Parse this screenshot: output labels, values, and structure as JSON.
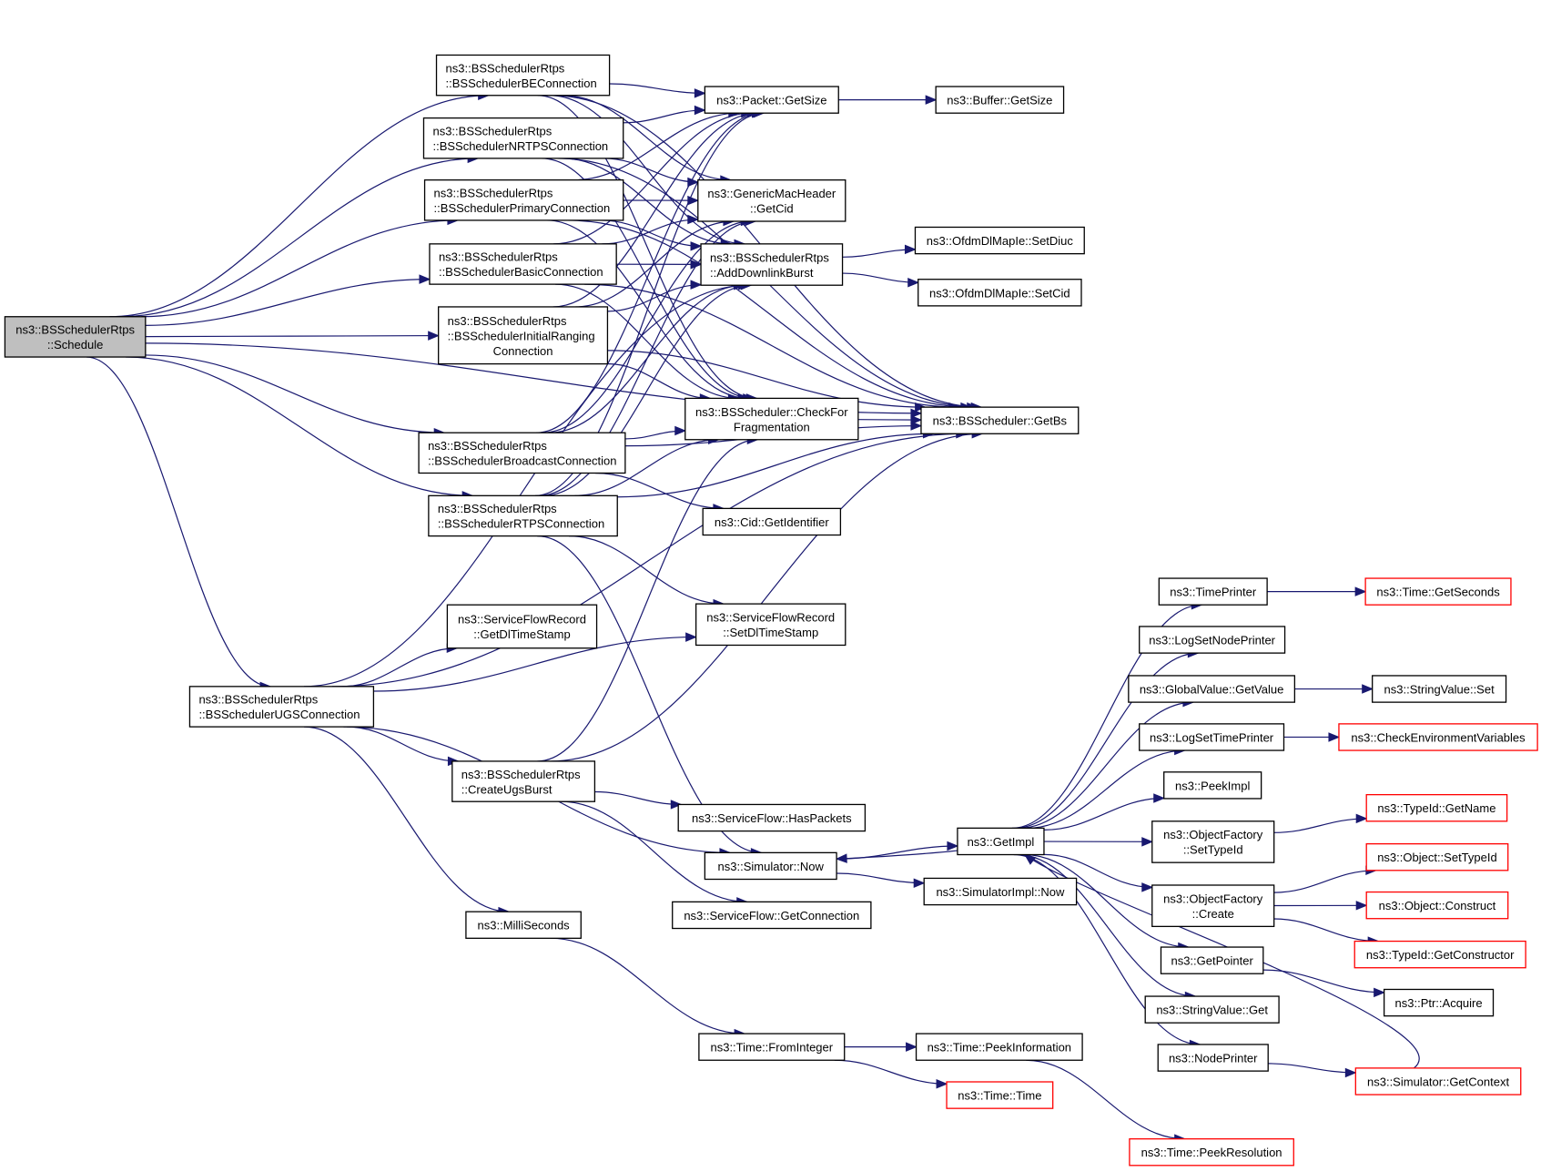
{
  "title": "ns3::BSSchedulerRtps::Schedule call graph",
  "colors": {
    "edge": "#191970",
    "root_fill": "#bfbfbf",
    "external_border": "#ff0000",
    "node_border": "#000000"
  },
  "nodes": [
    {
      "id": "schedule",
      "lines": [
        "ns3::BSSchedulerRtps",
        "::Schedule"
      ],
      "kind": "root"
    },
    {
      "id": "be",
      "lines": [
        "ns3::BSSchedulerRtps",
        "::BSSchedulerBEConnection"
      ],
      "kind": "normal"
    },
    {
      "id": "nrtps",
      "lines": [
        "ns3::BSSchedulerRtps",
        "::BSSchedulerNRTPSConnection"
      ],
      "kind": "normal"
    },
    {
      "id": "primary",
      "lines": [
        "ns3::BSSchedulerRtps",
        "::BSSchedulerPrimaryConnection"
      ],
      "kind": "normal"
    },
    {
      "id": "basic",
      "lines": [
        "ns3::BSSchedulerRtps",
        "::BSSchedulerBasicConnection"
      ],
      "kind": "normal"
    },
    {
      "id": "initrang",
      "lines": [
        "ns3::BSSchedulerRtps",
        "::BSSchedulerInitialRanging",
        "Connection"
      ],
      "kind": "normal"
    },
    {
      "id": "broadcast",
      "lines": [
        "ns3::BSSchedulerRtps",
        "::BSSchedulerBroadcastConnection"
      ],
      "kind": "normal"
    },
    {
      "id": "rtps",
      "lines": [
        "ns3::BSSchedulerRtps",
        "::BSSchedulerRTPSConnection"
      ],
      "kind": "normal"
    },
    {
      "id": "ugs",
      "lines": [
        "ns3::BSSchedulerRtps",
        "::BSSchedulerUGSConnection"
      ],
      "kind": "normal"
    },
    {
      "id": "getsize",
      "lines": [
        "ns3::Packet::GetSize"
      ],
      "kind": "normal"
    },
    {
      "id": "buffersize",
      "lines": [
        "ns3::Buffer::GetSize"
      ],
      "kind": "normal"
    },
    {
      "id": "getcid",
      "lines": [
        "ns3::GenericMacHeader",
        "::GetCid"
      ],
      "kind": "normal"
    },
    {
      "id": "adddl",
      "lines": [
        "ns3::BSSchedulerRtps",
        "::AddDownlinkBurst"
      ],
      "kind": "normal"
    },
    {
      "id": "setdiuc",
      "lines": [
        "ns3::OfdmDlMapIe::SetDiuc"
      ],
      "kind": "normal"
    },
    {
      "id": "setcid",
      "lines": [
        "ns3::OfdmDlMapIe::SetCid"
      ],
      "kind": "normal"
    },
    {
      "id": "checkfrag",
      "lines": [
        "ns3::BSScheduler::CheckFor",
        "Fragmentation"
      ],
      "kind": "normal"
    },
    {
      "id": "getbs",
      "lines": [
        "ns3::BSScheduler::GetBs"
      ],
      "kind": "normal"
    },
    {
      "id": "cidident",
      "lines": [
        "ns3::Cid::GetIdentifier"
      ],
      "kind": "normal"
    },
    {
      "id": "getdlts",
      "lines": [
        "ns3::ServiceFlowRecord",
        "::GetDlTimeStamp"
      ],
      "kind": "normal"
    },
    {
      "id": "setdlts",
      "lines": [
        "ns3::ServiceFlowRecord",
        "::SetDlTimeStamp"
      ],
      "kind": "normal"
    },
    {
      "id": "createugs",
      "lines": [
        "ns3::BSSchedulerRtps",
        "::CreateUgsBurst"
      ],
      "kind": "normal"
    },
    {
      "id": "haspackets",
      "lines": [
        "ns3::ServiceFlow::HasPackets"
      ],
      "kind": "normal"
    },
    {
      "id": "simnow",
      "lines": [
        "ns3::Simulator::Now"
      ],
      "kind": "normal"
    },
    {
      "id": "getconn",
      "lines": [
        "ns3::ServiceFlow::GetConnection"
      ],
      "kind": "normal"
    },
    {
      "id": "millis",
      "lines": [
        "ns3::MilliSeconds"
      ],
      "kind": "normal"
    },
    {
      "id": "simimplnow",
      "lines": [
        "ns3::SimulatorImpl::Now"
      ],
      "kind": "normal"
    },
    {
      "id": "getimpl",
      "lines": [
        "ns3::GetImpl"
      ],
      "kind": "normal"
    },
    {
      "id": "fromint",
      "lines": [
        "ns3::Time::FromInteger"
      ],
      "kind": "normal"
    },
    {
      "id": "peekinfo",
      "lines": [
        "ns3::Time::PeekInformation"
      ],
      "kind": "normal"
    },
    {
      "id": "timetime",
      "lines": [
        "ns3::Time::Time"
      ],
      "kind": "external"
    },
    {
      "id": "peekres",
      "lines": [
        "ns3::Time::PeekResolution"
      ],
      "kind": "external"
    },
    {
      "id": "timeprinter",
      "lines": [
        "ns3::TimePrinter"
      ],
      "kind": "normal"
    },
    {
      "id": "getseconds",
      "lines": [
        "ns3::Time::GetSeconds"
      ],
      "kind": "external"
    },
    {
      "id": "logsetnode",
      "lines": [
        "ns3::LogSetNodePrinter"
      ],
      "kind": "normal"
    },
    {
      "id": "globalget",
      "lines": [
        "ns3::GlobalValue::GetValue"
      ],
      "kind": "normal"
    },
    {
      "id": "strset",
      "lines": [
        "ns3::StringValue::Set"
      ],
      "kind": "normal"
    },
    {
      "id": "logsettime",
      "lines": [
        "ns3::LogSetTimePrinter"
      ],
      "kind": "normal"
    },
    {
      "id": "checkenv",
      "lines": [
        "ns3::CheckEnvironmentVariables"
      ],
      "kind": "external"
    },
    {
      "id": "peekimpl",
      "lines": [
        "ns3::PeekImpl"
      ],
      "kind": "normal"
    },
    {
      "id": "ofsettype",
      "lines": [
        "ns3::ObjectFactory",
        "::SetTypeId"
      ],
      "kind": "normal"
    },
    {
      "id": "typegetname",
      "lines": [
        "ns3::TypeId::GetName"
      ],
      "kind": "external"
    },
    {
      "id": "ofcreate",
      "lines": [
        "ns3::ObjectFactory",
        "::Create"
      ],
      "kind": "normal"
    },
    {
      "id": "objsettype",
      "lines": [
        "ns3::Object::SetTypeId"
      ],
      "kind": "external"
    },
    {
      "id": "objconstruct",
      "lines": [
        "ns3::Object::Construct"
      ],
      "kind": "external"
    },
    {
      "id": "typegetctor",
      "lines": [
        "ns3::TypeId::GetConstructor"
      ],
      "kind": "external"
    },
    {
      "id": "getpointer",
      "lines": [
        "ns3::GetPointer"
      ],
      "kind": "normal"
    },
    {
      "id": "ptracquire",
      "lines": [
        "ns3::Ptr::Acquire"
      ],
      "kind": "normal"
    },
    {
      "id": "strget",
      "lines": [
        "ns3::StringValue::Get"
      ],
      "kind": "normal"
    },
    {
      "id": "nodeprinter",
      "lines": [
        "ns3::NodePrinter"
      ],
      "kind": "normal"
    },
    {
      "id": "getcontext",
      "lines": [
        "ns3::Simulator::GetContext"
      ],
      "kind": "external"
    }
  ],
  "edges": [
    [
      "schedule",
      "be"
    ],
    [
      "schedule",
      "nrtps"
    ],
    [
      "schedule",
      "primary"
    ],
    [
      "schedule",
      "basic"
    ],
    [
      "schedule",
      "initrang"
    ],
    [
      "schedule",
      "broadcast"
    ],
    [
      "schedule",
      "rtps"
    ],
    [
      "schedule",
      "ugs"
    ],
    [
      "schedule",
      "getbs"
    ],
    [
      "be",
      "getsize"
    ],
    [
      "be",
      "getcid"
    ],
    [
      "be",
      "adddl"
    ],
    [
      "be",
      "checkfrag"
    ],
    [
      "be",
      "getbs"
    ],
    [
      "nrtps",
      "getsize"
    ],
    [
      "nrtps",
      "getcid"
    ],
    [
      "nrtps",
      "adddl"
    ],
    [
      "nrtps",
      "checkfrag"
    ],
    [
      "nrtps",
      "getbs"
    ],
    [
      "primary",
      "getsize"
    ],
    [
      "primary",
      "getcid"
    ],
    [
      "primary",
      "adddl"
    ],
    [
      "primary",
      "checkfrag"
    ],
    [
      "primary",
      "getbs"
    ],
    [
      "basic",
      "getsize"
    ],
    [
      "basic",
      "getcid"
    ],
    [
      "basic",
      "adddl"
    ],
    [
      "basic",
      "checkfrag"
    ],
    [
      "basic",
      "getbs"
    ],
    [
      "initrang",
      "getsize"
    ],
    [
      "initrang",
      "getcid"
    ],
    [
      "initrang",
      "adddl"
    ],
    [
      "initrang",
      "checkfrag"
    ],
    [
      "initrang",
      "getbs"
    ],
    [
      "broadcast",
      "getsize"
    ],
    [
      "broadcast",
      "getcid"
    ],
    [
      "broadcast",
      "adddl"
    ],
    [
      "broadcast",
      "checkfrag"
    ],
    [
      "broadcast",
      "getbs"
    ],
    [
      "broadcast",
      "cidident"
    ],
    [
      "rtps",
      "getsize"
    ],
    [
      "rtps",
      "getcid"
    ],
    [
      "rtps",
      "adddl"
    ],
    [
      "rtps",
      "checkfrag"
    ],
    [
      "rtps",
      "getbs"
    ],
    [
      "rtps",
      "setdlts"
    ],
    [
      "rtps",
      "simnow"
    ],
    [
      "ugs",
      "getdlts"
    ],
    [
      "ugs",
      "setdlts"
    ],
    [
      "ugs",
      "getbs"
    ],
    [
      "ugs",
      "createugs"
    ],
    [
      "ugs",
      "simnow"
    ],
    [
      "ugs",
      "millis"
    ],
    [
      "ugs",
      "adddl"
    ],
    [
      "getsize",
      "buffersize"
    ],
    [
      "adddl",
      "setdiuc"
    ],
    [
      "adddl",
      "setcid"
    ],
    [
      "checkfrag",
      "getbs"
    ],
    [
      "createugs",
      "checkfrag"
    ],
    [
      "createugs",
      "getbs"
    ],
    [
      "createugs",
      "haspackets"
    ],
    [
      "createugs",
      "getconn"
    ],
    [
      "simnow",
      "getimpl"
    ],
    [
      "simnow",
      "simimplnow"
    ],
    [
      "millis",
      "fromint"
    ],
    [
      "fromint",
      "peekinfo"
    ],
    [
      "fromint",
      "timetime"
    ],
    [
      "peekinfo",
      "peekres"
    ],
    [
      "getimpl",
      "timeprinter"
    ],
    [
      "getimpl",
      "logsetnode"
    ],
    [
      "getimpl",
      "globalget"
    ],
    [
      "getimpl",
      "logsettime"
    ],
    [
      "getimpl",
      "peekimpl"
    ],
    [
      "getimpl",
      "ofsettype"
    ],
    [
      "getimpl",
      "ofcreate"
    ],
    [
      "getimpl",
      "getpointer"
    ],
    [
      "getimpl",
      "strget"
    ],
    [
      "getimpl",
      "nodeprinter"
    ],
    [
      "getimpl",
      "simnow"
    ],
    [
      "timeprinter",
      "getseconds"
    ],
    [
      "globalget",
      "strset"
    ],
    [
      "logsettime",
      "checkenv"
    ],
    [
      "ofsettype",
      "typegetname"
    ],
    [
      "ofcreate",
      "objsettype"
    ],
    [
      "ofcreate",
      "objconstruct"
    ],
    [
      "ofcreate",
      "typegetctor"
    ],
    [
      "getpointer",
      "ptracquire"
    ],
    [
      "nodeprinter",
      "getcontext"
    ],
    [
      "getcontext",
      "getimpl"
    ]
  ]
}
